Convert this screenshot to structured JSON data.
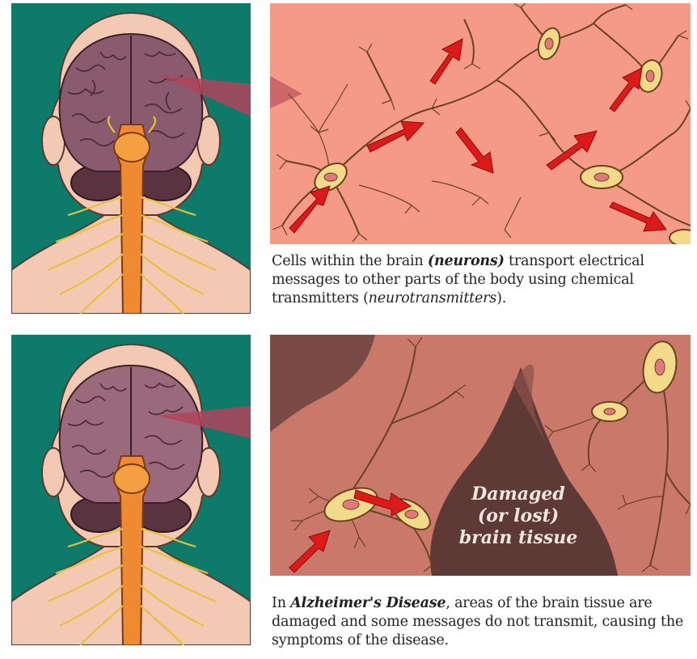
{
  "top": {
    "caption": {
      "p1": "Cells within the brain ",
      "p2": "(neurons)",
      "p3": " transport electrical messages to other parts of the body using chemical transmitters (",
      "p4": "neurotransmitters",
      "p5": ")."
    }
  },
  "bottom": {
    "damage_label": {
      "l1": "Damaged",
      "l2": "(or lost)",
      "l3": "brain tissue"
    },
    "caption": {
      "p1": "In ",
      "p2": "Alzheimer's Disease",
      "p3": ", areas of the brain tissue are damaged and some messages do not transmit, causing the symptoms of the disease."
    }
  },
  "colors": {
    "teal": "#0e7a6a",
    "skin": "#f4c9b4",
    "brain": "#8a5a6e",
    "spine": "#f08a32",
    "nerve": "#e8c040",
    "healthy_bg": "#f59a86",
    "damaged_bg": "#c9786a",
    "arrow": "#dd1a1a"
  }
}
